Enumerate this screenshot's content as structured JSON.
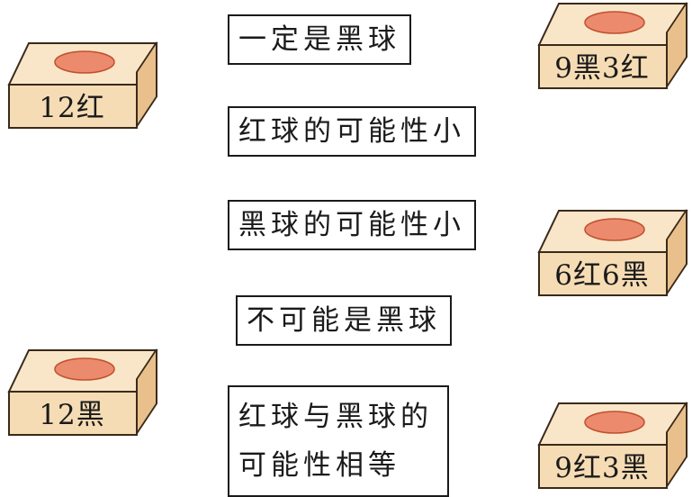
{
  "boxes": [
    {
      "id": "box-12-red",
      "label": "12红"
    },
    {
      "id": "box-12-black",
      "label": "12黑"
    },
    {
      "id": "box-9-black-3-red",
      "label": "9黑3红"
    },
    {
      "id": "box-6-red-6-black",
      "label": "6红6黑"
    },
    {
      "id": "box-9-red-3-black",
      "label": "9红3黑"
    }
  ],
  "statements": [
    "一定是黑球",
    "红球的可能性小",
    "黑球的可能性小",
    "不可能是黑球",
    "红球与黑球的可能性相等"
  ],
  "colors": {
    "box_front": "#f6dcb4",
    "box_top": "#f9e6c8",
    "box_side": "#e9c08c",
    "box_stroke": "#3a2a1a",
    "hole_fill": "#ec8a6e",
    "hole_stroke": "#c0502e",
    "text": "#1a1a1a"
  }
}
